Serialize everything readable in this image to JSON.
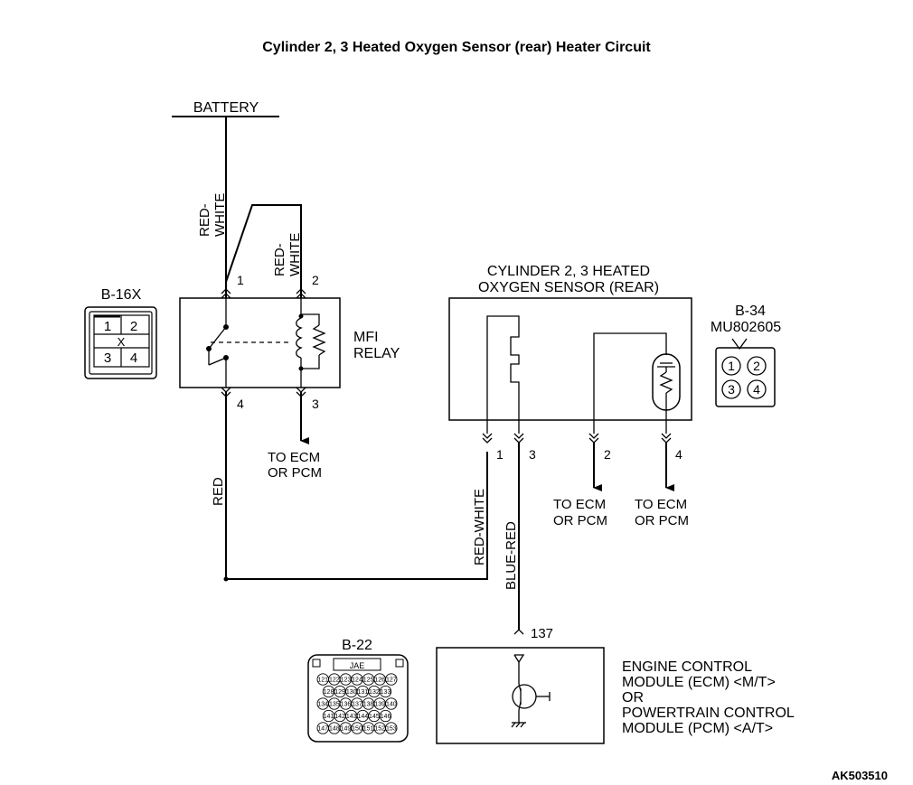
{
  "title": "Cylinder 2, 3 Heated Oxygen Sensor (rear) Heater Circuit",
  "figure_id": "AK503510",
  "battery_label": "BATTERY",
  "wires": {
    "battery_feed": "RED-WHITE",
    "relay_jumper": "RED-WHITE",
    "relay_to_sensor": "RED",
    "sensor_pin1": "RED-WHITE",
    "sensor_pin3": "BLUE-RED"
  },
  "mfi_relay": {
    "label_line1": "MFI",
    "label_line2": "RELAY",
    "pins": {
      "p1": "1",
      "p2": "2",
      "p3": "3",
      "p4": "4"
    },
    "to_ecm_line1": "TO ECM",
    "to_ecm_line2": "OR PCM"
  },
  "connector_b16x": {
    "name": "B-16X",
    "cells": [
      "1",
      "2",
      "3",
      "4"
    ],
    "center_mark": "X"
  },
  "sensor": {
    "label_line1": "CYLINDER 2, 3 HEATED",
    "label_line2": "OXYGEN SENSOR (REAR)",
    "pins": {
      "p1": "1",
      "p2": "2",
      "p3": "3",
      "p4": "4"
    },
    "to_ecm_line1": "TO ECM",
    "to_ecm_line2": "OR PCM"
  },
  "connector_b34": {
    "name": "B-34",
    "part_number": "MU802605",
    "cells": [
      "1",
      "2",
      "3",
      "4"
    ]
  },
  "ecm": {
    "terminal": "137",
    "label_lines": [
      "ENGINE CONTROL",
      "MODULE (ECM) <M/T>",
      "OR",
      "POWERTRAIN CONTROL",
      "MODULE (PCM) <A/T>"
    ]
  },
  "connector_b22": {
    "name": "B-22",
    "header": "JAE",
    "rows": [
      [
        "121",
        "122",
        "123",
        "124",
        "125",
        "126",
        "127"
      ],
      [
        "128",
        "129",
        "130",
        "131",
        "132",
        "133"
      ],
      [
        "134",
        "135",
        "136",
        "137",
        "138",
        "139",
        "140"
      ],
      [
        "141",
        "142",
        "143",
        "144",
        "145",
        "146"
      ],
      [
        "147",
        "148",
        "149",
        "150",
        "151",
        "152",
        "153"
      ]
    ]
  }
}
